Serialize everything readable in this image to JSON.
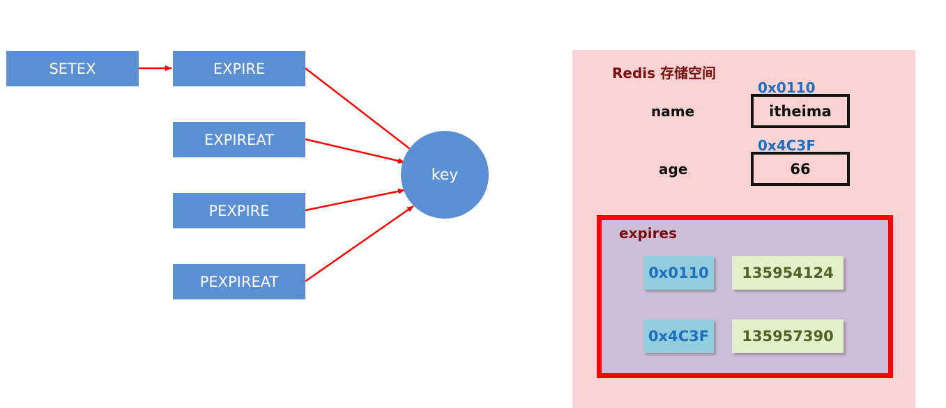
{
  "commands": {
    "setex": "SETEX",
    "expire": "EXPIRE",
    "expireat": "EXPIREAT",
    "pexpire": "PEXPIRE",
    "pexpireat": "PEXPIREAT"
  },
  "key_label": "key",
  "storage": {
    "title": "Redis 存储空间",
    "variables": [
      {
        "name": "name",
        "address": "0x0110",
        "value": "itheima"
      },
      {
        "name": "age",
        "address": "0x4C3F",
        "value": "66"
      }
    ],
    "expires": {
      "title": "expires",
      "entries": [
        {
          "address": "0x0110",
          "timestamp": "135954124"
        },
        {
          "address": "0x4C3F",
          "timestamp": "135957390"
        }
      ]
    }
  },
  "colors": {
    "command_box": "#5b8fd4",
    "arrow": "#ff0000",
    "storage_bg": "#f9d3d3",
    "expires_border": "#ff0000",
    "expires_bg": "#cdbfd9"
  }
}
